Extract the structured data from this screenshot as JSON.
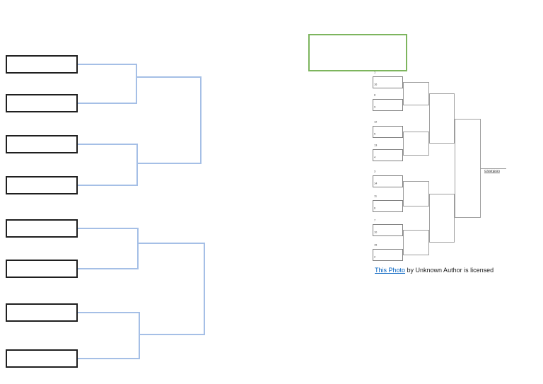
{
  "page": {
    "background": "#ffffff"
  },
  "left_bracket": {
    "slots": [
      "",
      "",
      "",
      "",
      "",
      "",
      "",
      ""
    ],
    "line_color": "#a5bfe6",
    "box_border_color": "#1f1f1f"
  },
  "right_figure": {
    "green_box": {
      "border_color": "#7db55e"
    },
    "matches": [
      {
        "top_seed": "1",
        "bottom_seed": "16"
      },
      {
        "top_seed": "8",
        "bottom_seed": "9"
      },
      {
        "top_seed": "12",
        "bottom_seed": "5"
      },
      {
        "top_seed": "13",
        "bottom_seed": "4"
      },
      {
        "top_seed": "3",
        "bottom_seed": "14"
      },
      {
        "top_seed": "11",
        "bottom_seed": "6"
      },
      {
        "top_seed": "7",
        "bottom_seed": "10"
      },
      {
        "top_seed": "15",
        "bottom_seed": "2"
      }
    ],
    "champion_label": "Champion",
    "line_color": "#9e9e9e"
  },
  "caption": {
    "link_text": "This Photo",
    "rest_text": " by Unknown Author is licensed",
    "link_color": "#0563C1"
  }
}
